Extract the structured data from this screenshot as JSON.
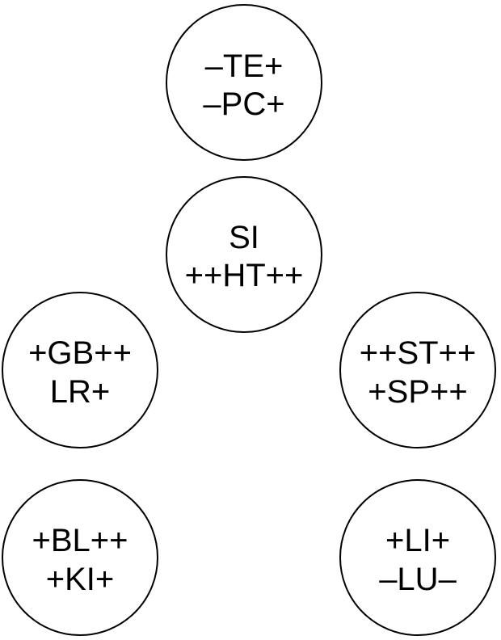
{
  "nodes": [
    {
      "line1": "–TE+",
      "line2": "–PC+"
    },
    {
      "line1": "SI",
      "line2": "++HT++"
    },
    {
      "line1": "+GB++",
      "line2": "LR+"
    },
    {
      "line1": "++ST++",
      "line2": "+SP++"
    },
    {
      "line1": "+BL++",
      "line2": "+KI+"
    },
    {
      "line1": "+LI+",
      "line2": "–LU–"
    }
  ],
  "colors": {
    "stroke": "#000000",
    "fill": "#ffffff",
    "text": "#000000"
  }
}
